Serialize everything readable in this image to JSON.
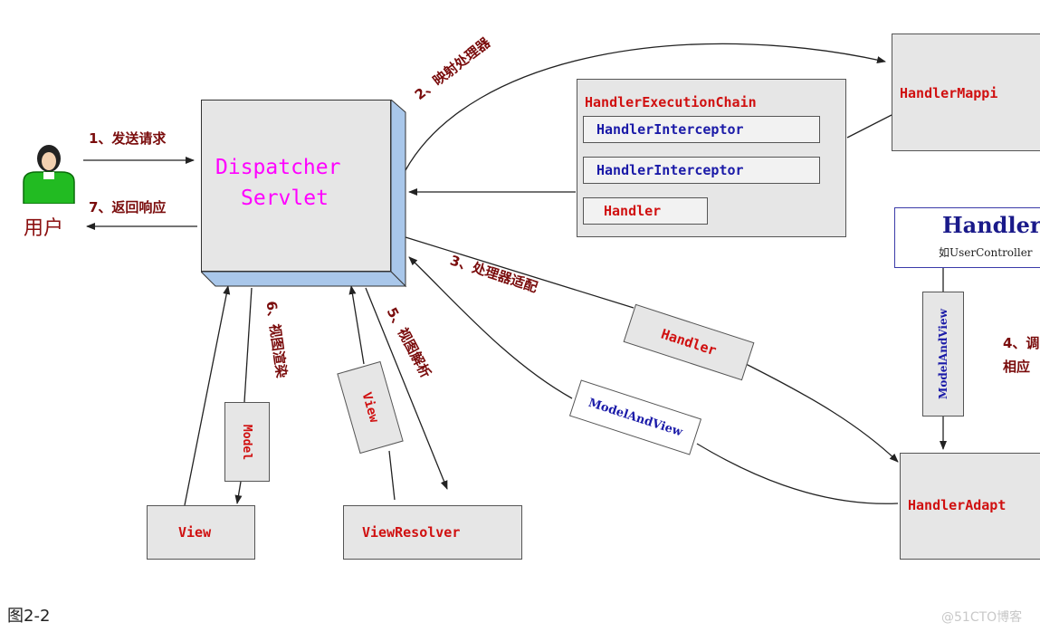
{
  "user": {
    "label": "用户"
  },
  "dispatcher": {
    "line1": "Dispatcher",
    "line2": "Servlet"
  },
  "handler_mapping": {
    "label": "HandlerMappi"
  },
  "execution_chain": {
    "title": "HandlerExecutionChain",
    "items": [
      "HandlerInterceptor",
      "HandlerInterceptor",
      "Handler"
    ]
  },
  "handler_box": {
    "title": "Handler",
    "subtitle": "如UserController"
  },
  "handler_adapter": {
    "label": "HandlerAdapt"
  },
  "view_box": {
    "label": "View"
  },
  "view_resolver": {
    "label": "ViewResolver"
  },
  "tags": {
    "handler": "Handler",
    "model_and_view_left": "ModelAndView",
    "model_and_view_right": "ModelAndView",
    "view": "View",
    "model": "Model"
  },
  "steps": {
    "s1": "1、发送请求",
    "s7": "7、返回响应",
    "s2": "2、映射处理器",
    "s3": "3、处理器适配",
    "s4a": "4、调",
    "s4b": "相应",
    "s5": "5、视图解析",
    "s6": "6、视图渲染"
  },
  "caption": "图2-2",
  "watermark": "@51CTO博客",
  "colors": {
    "magenta": "#ff00ff",
    "red": "#d01010",
    "blue": "#1a1aa8",
    "step": "#7a0c0c",
    "box_fill": "#e6e6e6",
    "side_blue": "#a9c7ea"
  },
  "icons": {
    "user": "user-person-icon"
  }
}
